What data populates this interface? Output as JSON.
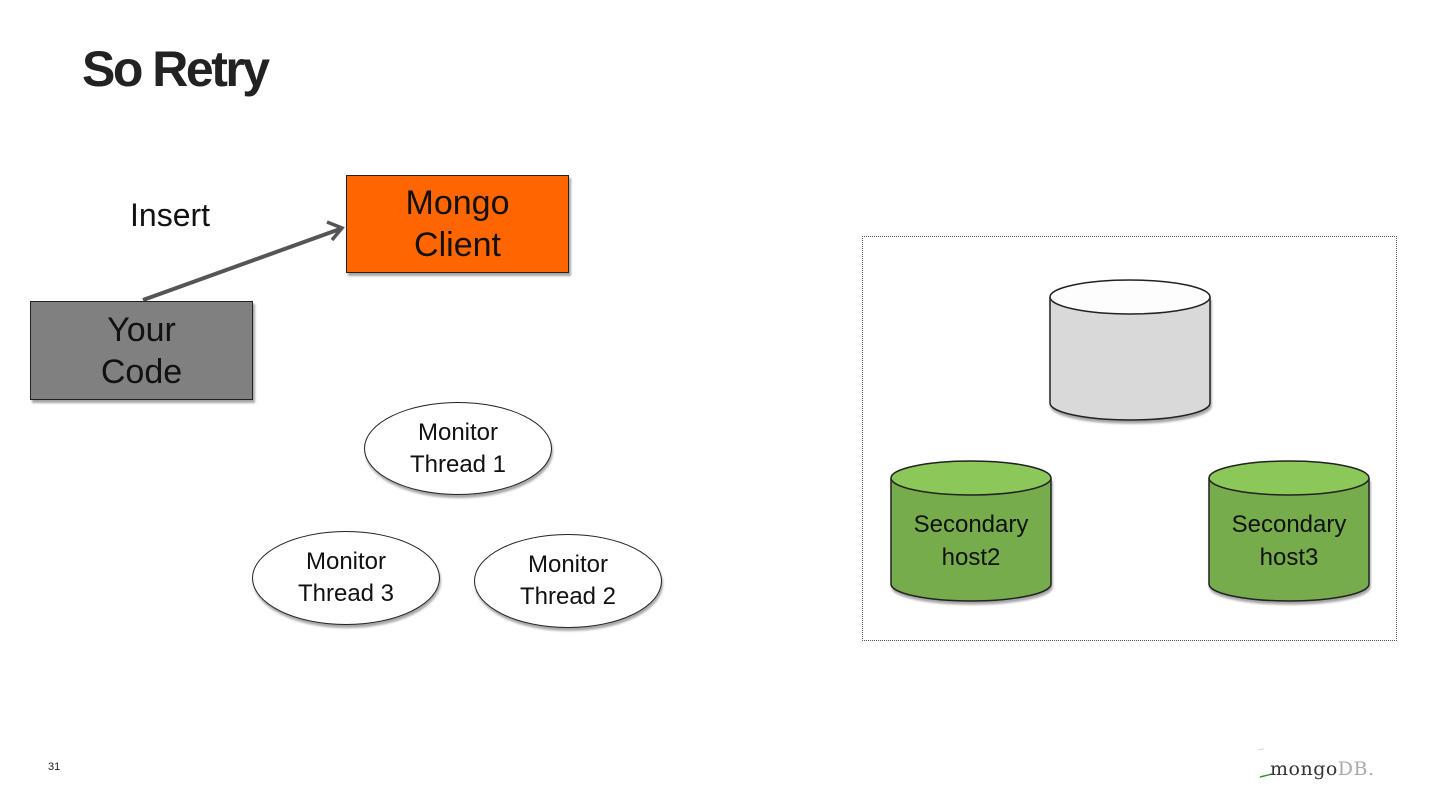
{
  "slide": {
    "title": "So Retry",
    "page_number": "31"
  },
  "diagram": {
    "insert_label": "Insert",
    "mongo_client": {
      "line1": "Mongo",
      "line2": "Client",
      "color": "#ff6600"
    },
    "your_code": {
      "line1": "Your",
      "line2": "Code",
      "color": "#808080"
    },
    "monitor_threads": [
      {
        "line1": "Monitor",
        "line2": "Thread 1"
      },
      {
        "line1": "Monitor",
        "line2": "Thread 2"
      },
      {
        "line1": "Monitor",
        "line2": "Thread 3"
      }
    ],
    "replica_set": {
      "primary": {
        "label": "",
        "color": "#d9d9d9"
      },
      "secondaries": [
        {
          "line1": "Secondary",
          "line2": "host2",
          "color": "#77ac4c"
        },
        {
          "line1": "Secondary",
          "line2": "host3",
          "color": "#77ac4c"
        }
      ]
    }
  },
  "logo": {
    "part1": "mongo",
    "part2": "DB."
  }
}
